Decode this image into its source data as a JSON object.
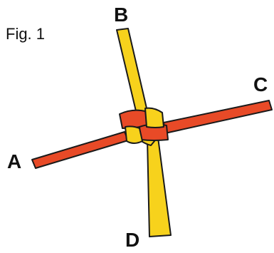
{
  "figure": {
    "caption": "Fig. 1",
    "labels": {
      "a": "A",
      "b": "B",
      "c": "C",
      "d": "D"
    }
  },
  "colors": {
    "red_cord": "#e84a27",
    "yellow_cord": "#f7d21c",
    "outline": "#1a1a1a"
  }
}
